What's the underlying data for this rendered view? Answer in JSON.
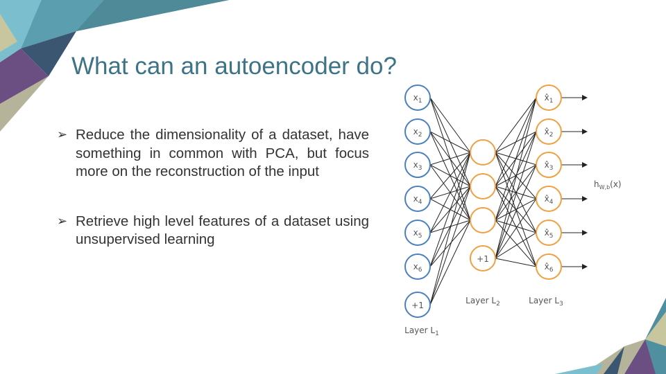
{
  "slide": {
    "title": "What can an autoencoder do?",
    "bullets": [
      "Reduce the dimensionality of a dataset, have something in common with PCA, but focus more on the reconstruction of the input",
      "Retrieve high level features of a dataset using unsupervised learning"
    ]
  },
  "diagram": {
    "input_nodes": [
      "x",
      "x",
      "x",
      "x",
      "x",
      "x"
    ],
    "input_subscripts": [
      "1",
      "2",
      "3",
      "4",
      "5",
      "6"
    ],
    "input_bias": "+1",
    "hidden_bias": "+1",
    "output_nodes": [
      "x̂",
      "x̂",
      "x̂",
      "x̂",
      "x̂",
      "x̂"
    ],
    "output_subscripts": [
      "1",
      "2",
      "3",
      "4",
      "5",
      "6"
    ],
    "output_label": "h",
    "output_label_sub": "W,b",
    "output_label_arg": "(x)",
    "layer_labels": [
      {
        "text": "Layer L",
        "sub": "1"
      },
      {
        "text": "Layer L",
        "sub": "2"
      },
      {
        "text": "Layer L",
        "sub": "3"
      }
    ],
    "colors": {
      "input_stroke": "#4a7fc0",
      "hidden_stroke": "#f0a040",
      "line": "#222222"
    }
  }
}
